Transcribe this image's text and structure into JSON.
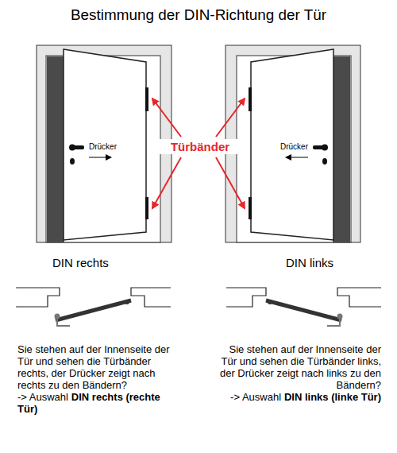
{
  "diagram": {
    "title": "Bestimmung der DIN-Richtung der Tür",
    "labels": [
      "Drücker",
      "Drücker",
      "Türbänder",
      "DIN rechts",
      "DIN links",
      "Sie stehen auf der Innenseite der Tür und sehen die Türbänder rechts, der Drücker zeigt nach rechts zu den Bändern?",
      "-> Auswahl",
      "DIN rechts (rechte Tür)",
      "Sie stehen auf der Innenseite der Tür und sehen die Türbänder links, der Drücker zeigt nach links zu den Bändern?",
      "-> Auswahl",
      "DIN links (linke Tür)"
    ]
  }
}
